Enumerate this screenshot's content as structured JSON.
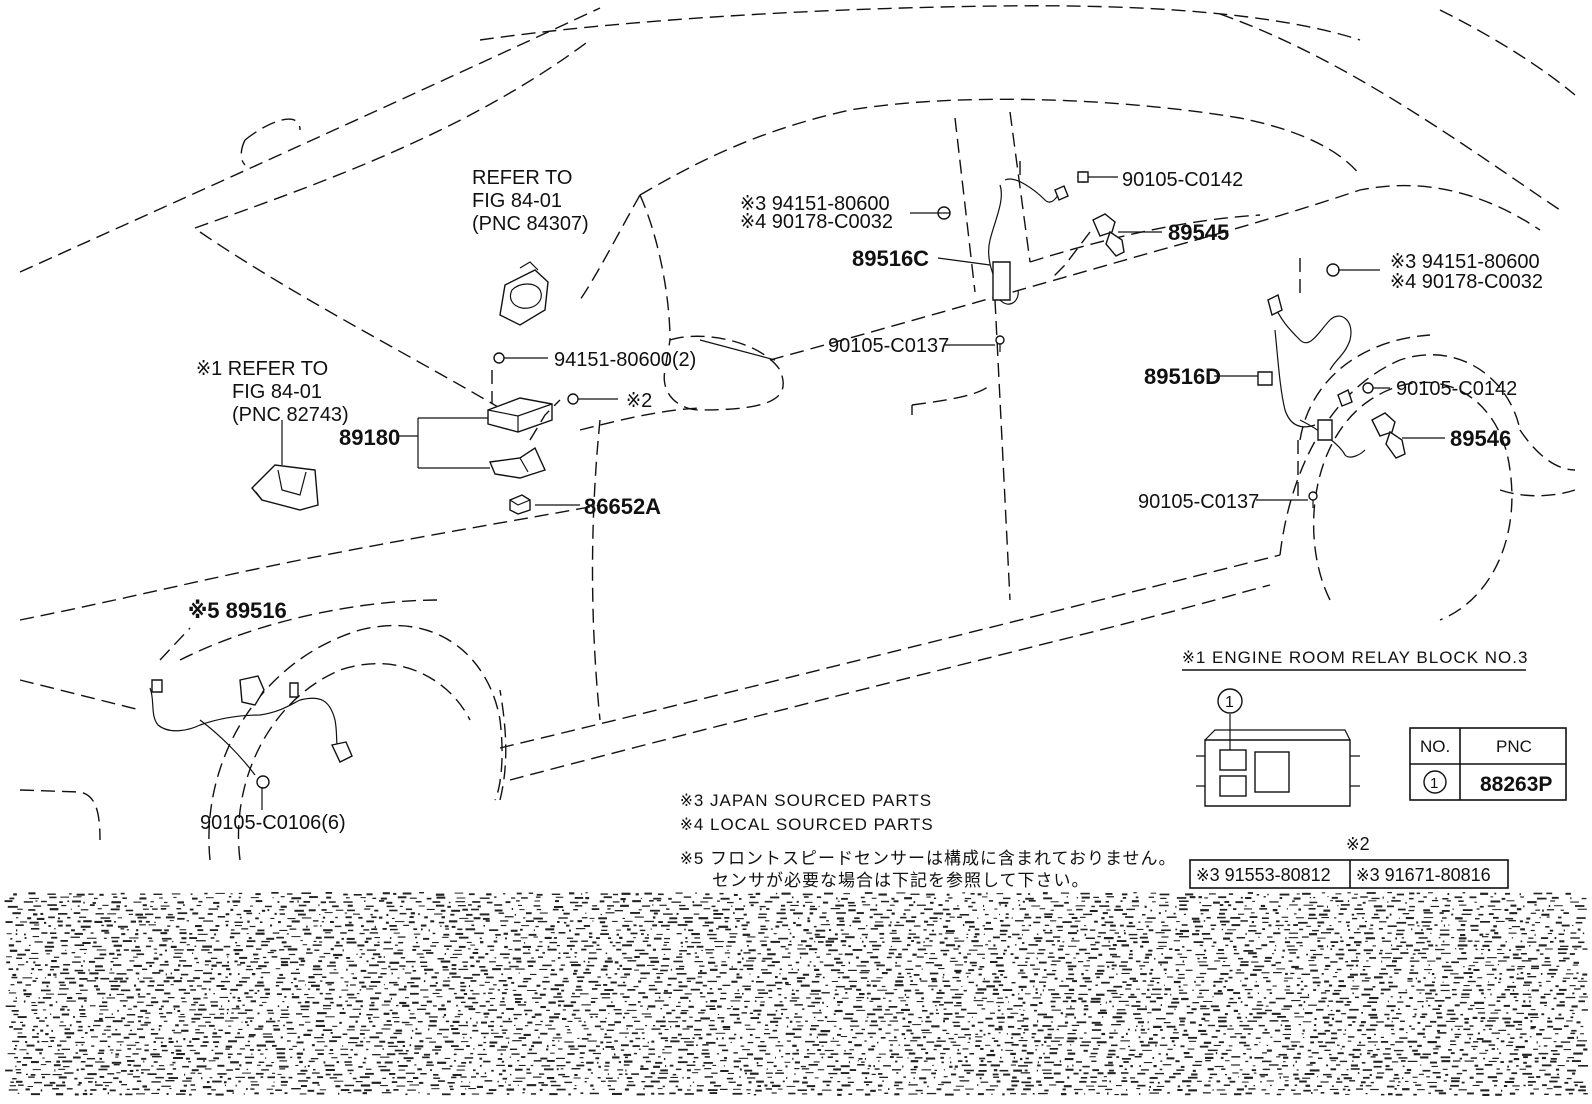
{
  "labels": {
    "refer_top_1": "REFER TO",
    "refer_top_2": "FIG 84-01",
    "refer_top_3": "(PNC 84307)",
    "refer_left_1": "※1 REFER TO",
    "refer_left_2": "FIG 84-01",
    "refer_left_3": "(PNC 82743)",
    "p_94151_2": "94151-80600(2)",
    "p_note2": "※2",
    "p_89180": "89180",
    "p_86652A": "86652A",
    "p_89516": "※5 89516",
    "p_90105_C0106": "90105-C0106(6)",
    "p_94151_mid_a": "※3 94151-80600",
    "p_90178_mid_b": "※4 90178-C0032",
    "p_89516C": "89516C",
    "p_90105_C0142_a": "90105-C0142",
    "p_89545": "89545",
    "p_90105_C0137_a": "90105-C0137",
    "p_94151_right_a": "※3 94151-80600",
    "p_90178_right_b": "※4 90178-C0032",
    "p_89516D": "89516D",
    "p_90105_C0142_b": "90105-C0142",
    "p_89546": "89546",
    "p_90105_C0137_b": "90105-C0137"
  },
  "notes": {
    "n3": "※3 JAPAN SOURCED PARTS",
    "n4": "※4 LOCAL SOURCED PARTS",
    "n5_line1": "※5 フロントスピードセンサーは構成に含まれておりません。",
    "n5_line2": "センサが必要な場合は下記を参照して下さい。"
  },
  "relay_block": {
    "title": "※1 ENGINE ROOM RELAY BLOCK NO.3",
    "callout": "1",
    "table_headers": [
      "NO.",
      "PNC"
    ],
    "table_rows": [
      [
        "1",
        "88263P"
      ]
    ]
  },
  "note2_box": {
    "title": "※2",
    "cells": [
      "※3 91553-80812",
      "※3 91671-80816"
    ]
  }
}
